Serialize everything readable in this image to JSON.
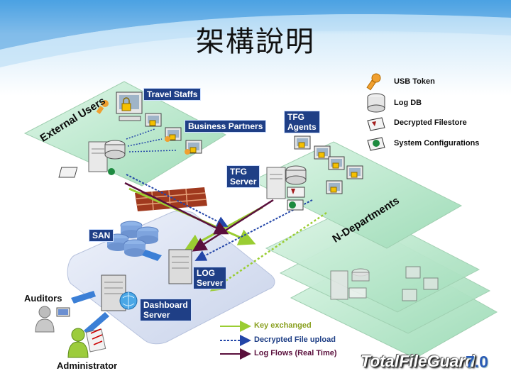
{
  "title": "架構說明",
  "zones": {
    "external": "External Users",
    "departments": "N-Departments"
  },
  "nodes": {
    "travel_staffs": "Travel Staffs",
    "business_partners": "Business Partners",
    "tfg_agents": "TFG\nAgents",
    "tfg_server": "TFG\nServer",
    "san": "SAN",
    "log_server": "LOG\nServer",
    "dashboard_server": "Dashboard\nServer"
  },
  "people": {
    "auditors": "Auditors",
    "administrator": "Administrator"
  },
  "legend": [
    {
      "icon": "usb-token-icon",
      "label": "USB Token"
    },
    {
      "icon": "log-db-icon",
      "label": "Log DB"
    },
    {
      "icon": "decrypted-filestore-icon",
      "label": "Decrypted Filestore"
    },
    {
      "icon": "system-configurations-icon",
      "label": "System Configurations"
    }
  ],
  "flows": [
    {
      "label": "Key exchanged",
      "color": "#9acd32"
    },
    {
      "label": "Decrypted File upload",
      "color": "#1f3f86"
    },
    {
      "label": "Log Flows (Real Time)",
      "color": "#5a0f3c"
    }
  ],
  "brand": {
    "name": "TotalFileGuard",
    "version": "7.0"
  },
  "colors": {
    "green_zone": "#bfe8d0",
    "blue_zone": "#d8dff0",
    "tag": "#1f3f86"
  }
}
